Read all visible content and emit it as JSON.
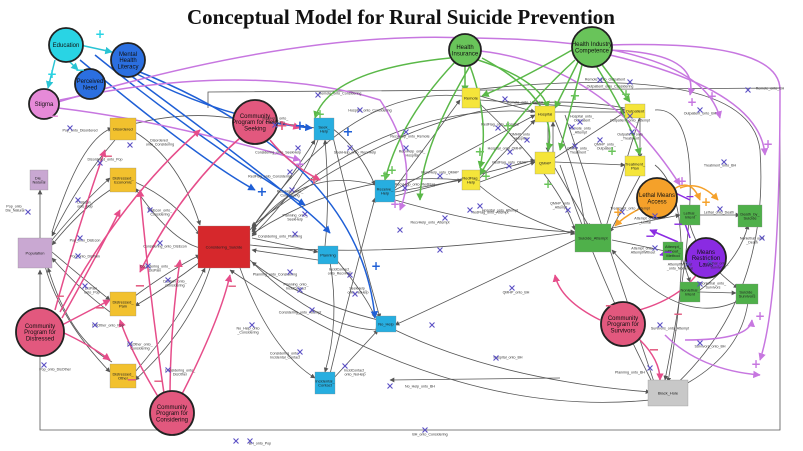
{
  "title": "Conceptual Model for Rural Suicide Prevention",
  "colors": {
    "population": "#c9a8d2",
    "disorder": "#f2c12e",
    "considering": "#d6282c",
    "help": "#27aee0",
    "health": "#f5e53a",
    "attempt": "#4fb04a",
    "blackhole": "#c8c8c8",
    "education": "#29d4e4",
    "literacy": "#2b6fe0",
    "stigma": "#e68ad8",
    "program": "#e2587e",
    "green_factor": "#69c45a",
    "orange_factor": "#f5a12a",
    "purple_factor": "#8a2be2",
    "arrow_blue": "#1f5fd6",
    "arrow_pink": "#e64d8a",
    "arrow_green": "#5ab848",
    "arrow_purple": "#c777e0",
    "arrow_gray": "#555555",
    "arrow_orange": "#f5a12a",
    "cross": "#5a4fc4"
  },
  "stocks": {
    "die_natural": "Die_\nNatural",
    "population": "Population",
    "disordered": "Disordered",
    "distressed_economic": "Distressed_\nEconomic",
    "distressed_pain": "Distressed_\nPain",
    "distressed_other": "Distressed_\nOther",
    "considering_suicide": "Considering_Suicide",
    "seek_help": "Seek_\nHelp",
    "receive_help": "Receive_\nHelp",
    "planning": "Planning",
    "no_help": "No_Help",
    "incidental_contact": "Incidental_\nContact",
    "remote": "Remote",
    "redflag_help": "RedFlag_\nHelp",
    "hospital": "Hospital",
    "qmhp": "QMHP",
    "outpatient": "Outpatient",
    "treatment_plan": "Treatment_\nPlan",
    "suicide_attempt": "Suicide_Attempt",
    "attempt_without_method": "Attempt_\nwithout_\nMethod",
    "lethal_intent": "Lethal_\nIntent",
    "death_by_suicide": "Death_by_\nSuicide",
    "nonlethal_intent": "Nonlethal_\nIntent",
    "suicide_survivors": "Suicide_\nSurvivors",
    "black_hole": "Black_Hole"
  },
  "factors": {
    "education": "Education",
    "mental_health_literacy": "Mental\nHealth\nLiteracy",
    "perceived_need": "Perceived\nNeed",
    "stigma": "Stigma",
    "program_help_seeking": "Community\nProgram for Help\nSeeking",
    "health_insurance": "Health\nInsurance",
    "health_industry": "Health Industry\nCompetence",
    "lethal_means_access": "Lethal Means\nAccess",
    "means_restriction": "Means\nRestriction\nLaws",
    "program_survivors": "Community\nProgram for\nSurvivors",
    "program_distressed": "Community\nProgram for\nDistressed",
    "program_considering": "Community\nProgram for\nConsidering"
  },
  "flows": {
    "pop_onto_disordered": "Pop_onto_Disordered",
    "disordered_onto_considering": "Disordered_\nonto_Considering",
    "disordered_onto_pop": "Disordered_onto_Pop",
    "pop_onto_die_natural": "Pop_onto_\nDie_Natural",
    "disecon_onto_pop": "DisEcon_\nonto_Pop",
    "pop_onto_disecon": "Pop_onto_DisEcon",
    "disecon_onto_considering": "DisEcon_onto_\nConsidering",
    "considering_onto_disecon": "Considering_onto_DisEcon",
    "pop_onto_dispain": "Pop_onto_DisPain",
    "dispain_onto_pop": "DisPain_\nonto_Pop",
    "considering_onto_dispain": "Considering_onto_\nDisPain",
    "dispain_onto_considering": "DisPain_onto_\nConsidering",
    "disother_onto_pop": "DisOther_onto_Pop",
    "pop_onto_disother": "Pop_onto_DisOther",
    "disother_onto_considering": "DisOther_onto_\nConsidering",
    "considering_onto_disother": "Considering_onto_\nDisOther",
    "considering_onto_seekhelp": "Considering_onto_SeekHelp",
    "seekhelp_onto_considering": "SeekHelp_onto_\nConsidering",
    "redflag_onto_considering": "RedFlag_onto_Considering",
    "recvhelp_onto_considering": "RecvHelp_onto_\nConsidering",
    "considering_onto_planning": "Considering_onto_Planning",
    "planning_onto_considering": "Planning_onto_Considering",
    "planning_onto_seekhelp": "Planning_onto_\nSeekHelp",
    "planning_onto_incidcontact": "Planning_onto_\nIncidContact",
    "considering_onto_attempt": "Considering_onto_Attempt",
    "no_help_onto_considering": "No_Help_onto\n_Considering",
    "considering_onto_incidental": "Considering_onto_\nIncidental_Contact",
    "incidcontact_onto_recvhelp": "IncidContact_\nonto_RecvHelp",
    "incidcontact_onto_nohelp": "IncidContact_\nonto_NoHelp",
    "seekhelp_onto_nohelp": "SeekHelp_\nonto_NoHelp",
    "no_help_onto_bh": "No_Help_onto_BH",
    "seekhelp_onto_recvhelp": "SeekHelp_onto_RecvHelp",
    "remote_onto_considering": "Remote_onto_Considering",
    "hospital_onto_considering": "Hospital_onto_Considering",
    "recvhelp_onto_remote": "RecvHelp_onto_Remote",
    "recvhelp_onto_hospital": "RecvHelp_onto_\nHospital",
    "recvhelp_onto_redflag": "RecvHelp_onto_RedFlag",
    "recvhelp_onto_qmhp": "RecvHelp_onto_QMHP",
    "redflag_onto_attempt": "RedFlag_onto_Attempt",
    "recvhelp_onto_attempt": "RecvHelp_onto_Attempt",
    "remote_onto_hospital": "Remote_onto_Hospital",
    "remote_onto_attempt": "Remote_onto\n_Attempt",
    "remote_onto_outpatient": "Remote_onto_Outpatient",
    "redflag_onto_hospital": "RedFlag_onto_Hospital",
    "hospital_onto_outpatient": "Hospital_onto_\nOutpatient",
    "qmhp_onto_hospital": "QMHP_onto\n_Hospital",
    "hospital_onto_qmhp": "Hospital_onto_QMHP",
    "redflag_onto_qmhp": "RedFlag_onto_QMHP",
    "qmhp_onto_outpatient": "QMHP_onto_\nOutpatient",
    "qmhp_onto_treatment": "QMHP_onto_\nTreatment",
    "outpatient_onto_treatment": "Outpatient_onto\n_Treatment",
    "outpatient_onto_considering": "Outpatient_onto_Considering",
    "outpatient_onto_attempt": "Outpatient_onto_Attempt",
    "outpatient_onto_bh": "Outpatient_onto_BH",
    "treatment_onto_bh": "Treatment_onto_BH",
    "treatment_onto_attempt": "Treatment_onto_Attempt",
    "hospital_onto_attempt": "Hospital_onto_Attempt",
    "qmhp_onto_attempt": "QMHP_onto\n_Attempt",
    "hospital_onto_bh": "Hospital_onto_BH",
    "qmhp_onto_bh": "QMHP_onto_BH",
    "attempt_onto_lethal": "Attempt_onto\n_Lethal",
    "attempt_onto_attemptwithout": "Attempt_onto_\nAttemptWithout",
    "attemptwithout_onto_nonlethal": "AttemptWithout\n_onto_Nonlethal",
    "lethal_onto_death": "Lethal_onto_Death",
    "nonlethal_onto_death": "Nonlethal_onto\n_Death",
    "lethal_onto_survivors": "Lethal_onto_\nSurvivors",
    "nonlethal_onto_survivors": "Nonlethal_onto_\nSurvivors",
    "survivors_onto_attempt": "Survivors_onto_Attempt",
    "survivors_onto_bh": "Survivors_onto_BH",
    "planning_onto_bh": "Planning_onto_BH",
    "bh_onto_considering": "BH_onto_Considering",
    "bh_onto_pop": "BH_onto_Pop",
    "remote_onto_bh": "Remote_onto_BH"
  },
  "signs": {
    "plus": "+",
    "minus": "−"
  }
}
